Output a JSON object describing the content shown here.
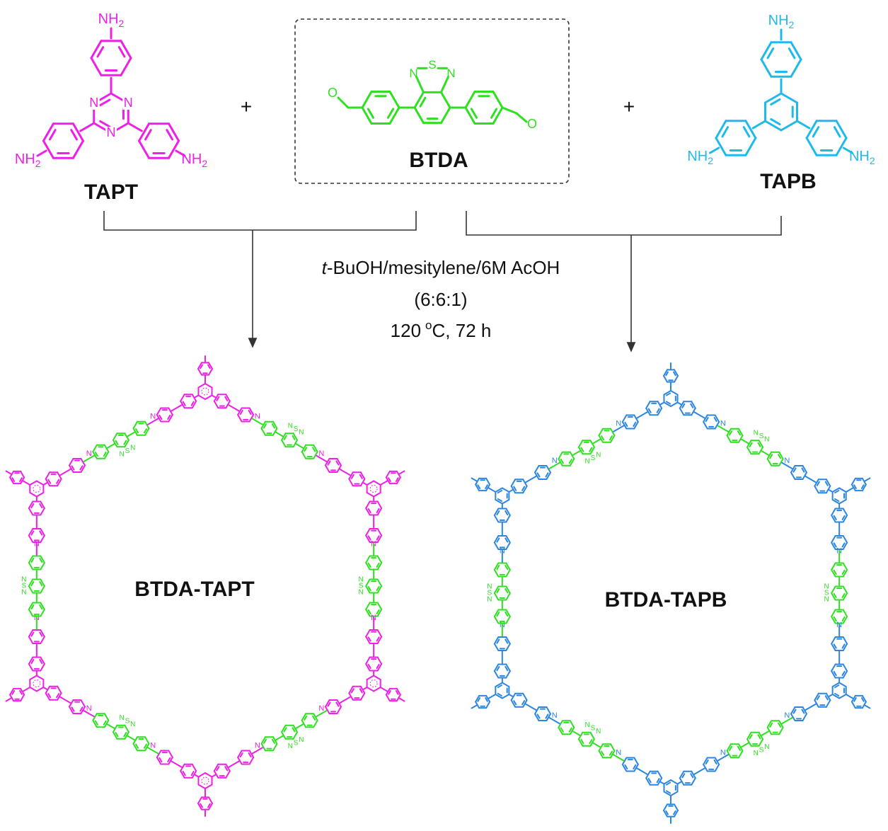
{
  "monomers": {
    "tapt": {
      "label": "TAPT",
      "amine": "NH2",
      "triazine_n": "N"
    },
    "btda": {
      "label": "BTDA",
      "thiadiazole_s": "S",
      "thiadiazole_n": "N",
      "aldehyde_o": "O"
    },
    "tapb": {
      "label": "TAPB",
      "amine": "NH2"
    }
  },
  "plus_sign": "+",
  "conditions": {
    "line1_italic": "t",
    "line1_rest": "-BuOH/mesitylene/6M AcOH",
    "line2": "(6:6:1)",
    "line3_temp": "120",
    "line3_deg": "o",
    "line3_rest": "C, 72 h"
  },
  "products": {
    "left": {
      "label": "BTDA-TAPT"
    },
    "right": {
      "label": "BTDA-TAPB"
    }
  },
  "imine_n": "N",
  "colors": {
    "tapt": "#ee1fe6",
    "btda": "#2fe021",
    "tapb": "#1fb9ea",
    "tapb_framework": "#2b86e3",
    "text": "#111111",
    "lines": "#333333",
    "dashed_box": "#333333"
  }
}
